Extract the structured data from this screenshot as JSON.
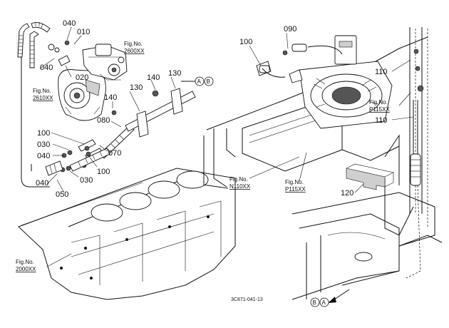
{
  "callouts": {
    "p040a": "040",
    "p010": "010",
    "p040b": "040",
    "p020": "020",
    "p140a": "140",
    "p130a": "130",
    "p140b": "140",
    "p130b": "130",
    "p080": "080",
    "p100a": "100",
    "p030a": "030",
    "p040c": "040",
    "p070": "070",
    "p100b": "100",
    "p030b": "030",
    "p040d": "040",
    "p050": "050",
    "p100c": "100",
    "p090": "090",
    "p110a": "110",
    "p110b": "110",
    "p120": "120"
  },
  "fig_refs": {
    "f2600": {
      "prefix": "Fig.No.",
      "num": "2600XX"
    },
    "f2610": {
      "prefix": "Fig.No.",
      "num": "2610XX"
    },
    "f2000": {
      "prefix": "Fig.No.",
      "num": "2000XX"
    },
    "fN110": {
      "prefix": "Fig.No.",
      "num": "N110XX"
    },
    "fP115a": {
      "prefix": "Fig.No.",
      "num": "P115XX"
    },
    "fP115b": {
      "prefix": "Fig.No.",
      "num": "P115XX"
    }
  },
  "markers": {
    "a_top": "A",
    "b_top": "B",
    "a_bottom": "A",
    "b_bottom": "B"
  },
  "drawing_code": "3C871-041-13"
}
